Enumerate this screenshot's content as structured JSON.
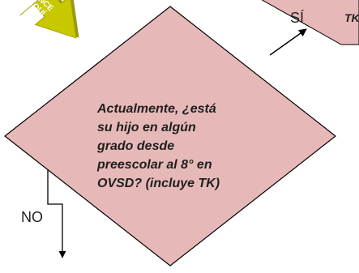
{
  "decision": {
    "lines": [
      "Actualmente, ¿está",
      "su hijo en algún",
      "grado desde",
      "preescolar al 8° en",
      "OVSD? (incluye TK)"
    ]
  },
  "edges": {
    "yes_label": "SÍ",
    "no_label": "NO"
  },
  "next_box": {
    "partial_text": "TK"
  },
  "start_badge": {
    "line1": "NCE",
    "line2": "QUÍ"
  },
  "colors": {
    "diamond_fill": "#e6b9b8",
    "stroke": "#000000",
    "arrow_fill": "#c8c800",
    "arrow_shadow": "#8c8c00"
  }
}
